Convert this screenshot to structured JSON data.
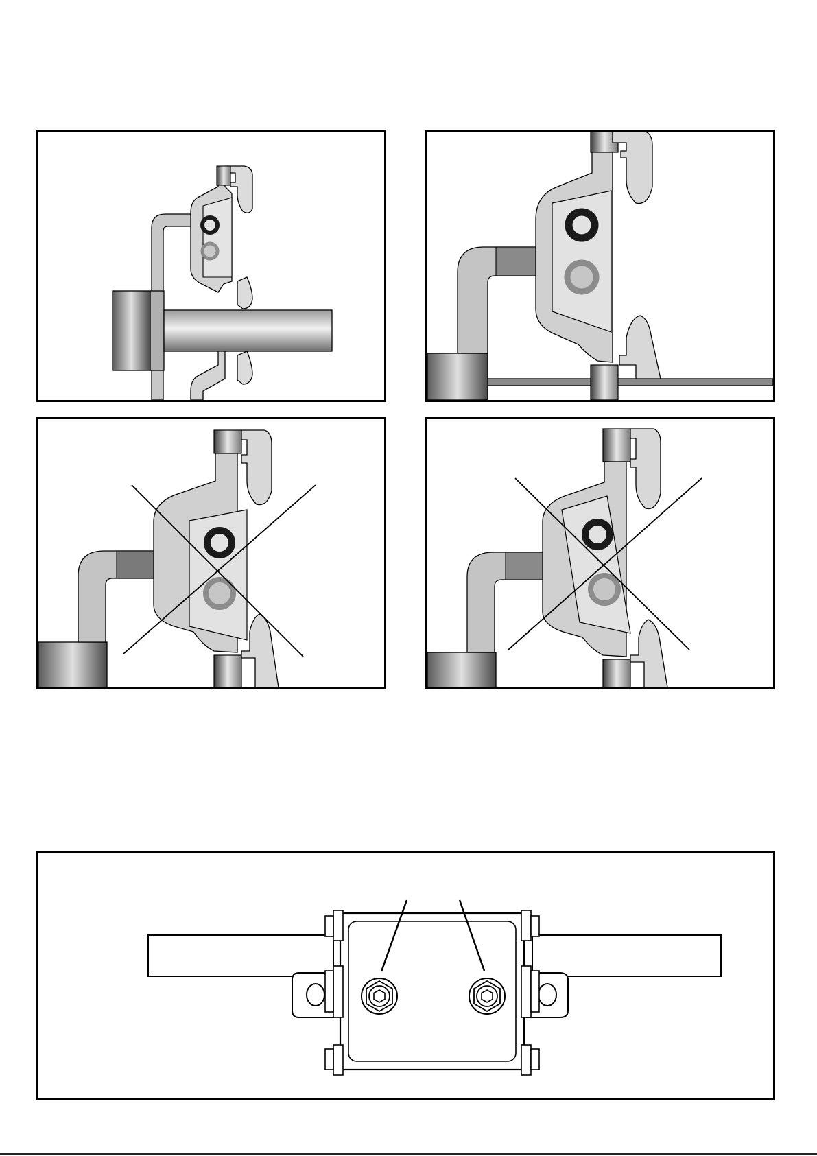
{
  "panels": [
    {
      "id": "p1",
      "label": "",
      "status": "correct"
    },
    {
      "id": "p2",
      "label": "",
      "status": "correct"
    },
    {
      "id": "p3",
      "label": "",
      "status": "incorrect"
    },
    {
      "id": "p4",
      "label": "",
      "status": "incorrect"
    },
    {
      "id": "p5",
      "label": "",
      "status": "overview"
    }
  ],
  "colors": {
    "outline": "#000000",
    "part_light": "#d9d9d9",
    "part_mid": "#b5b5b5",
    "part_dark": "#7f7f7f",
    "ring_dark": "#1a1a1a",
    "ring_mid": "#8c8c8c"
  }
}
